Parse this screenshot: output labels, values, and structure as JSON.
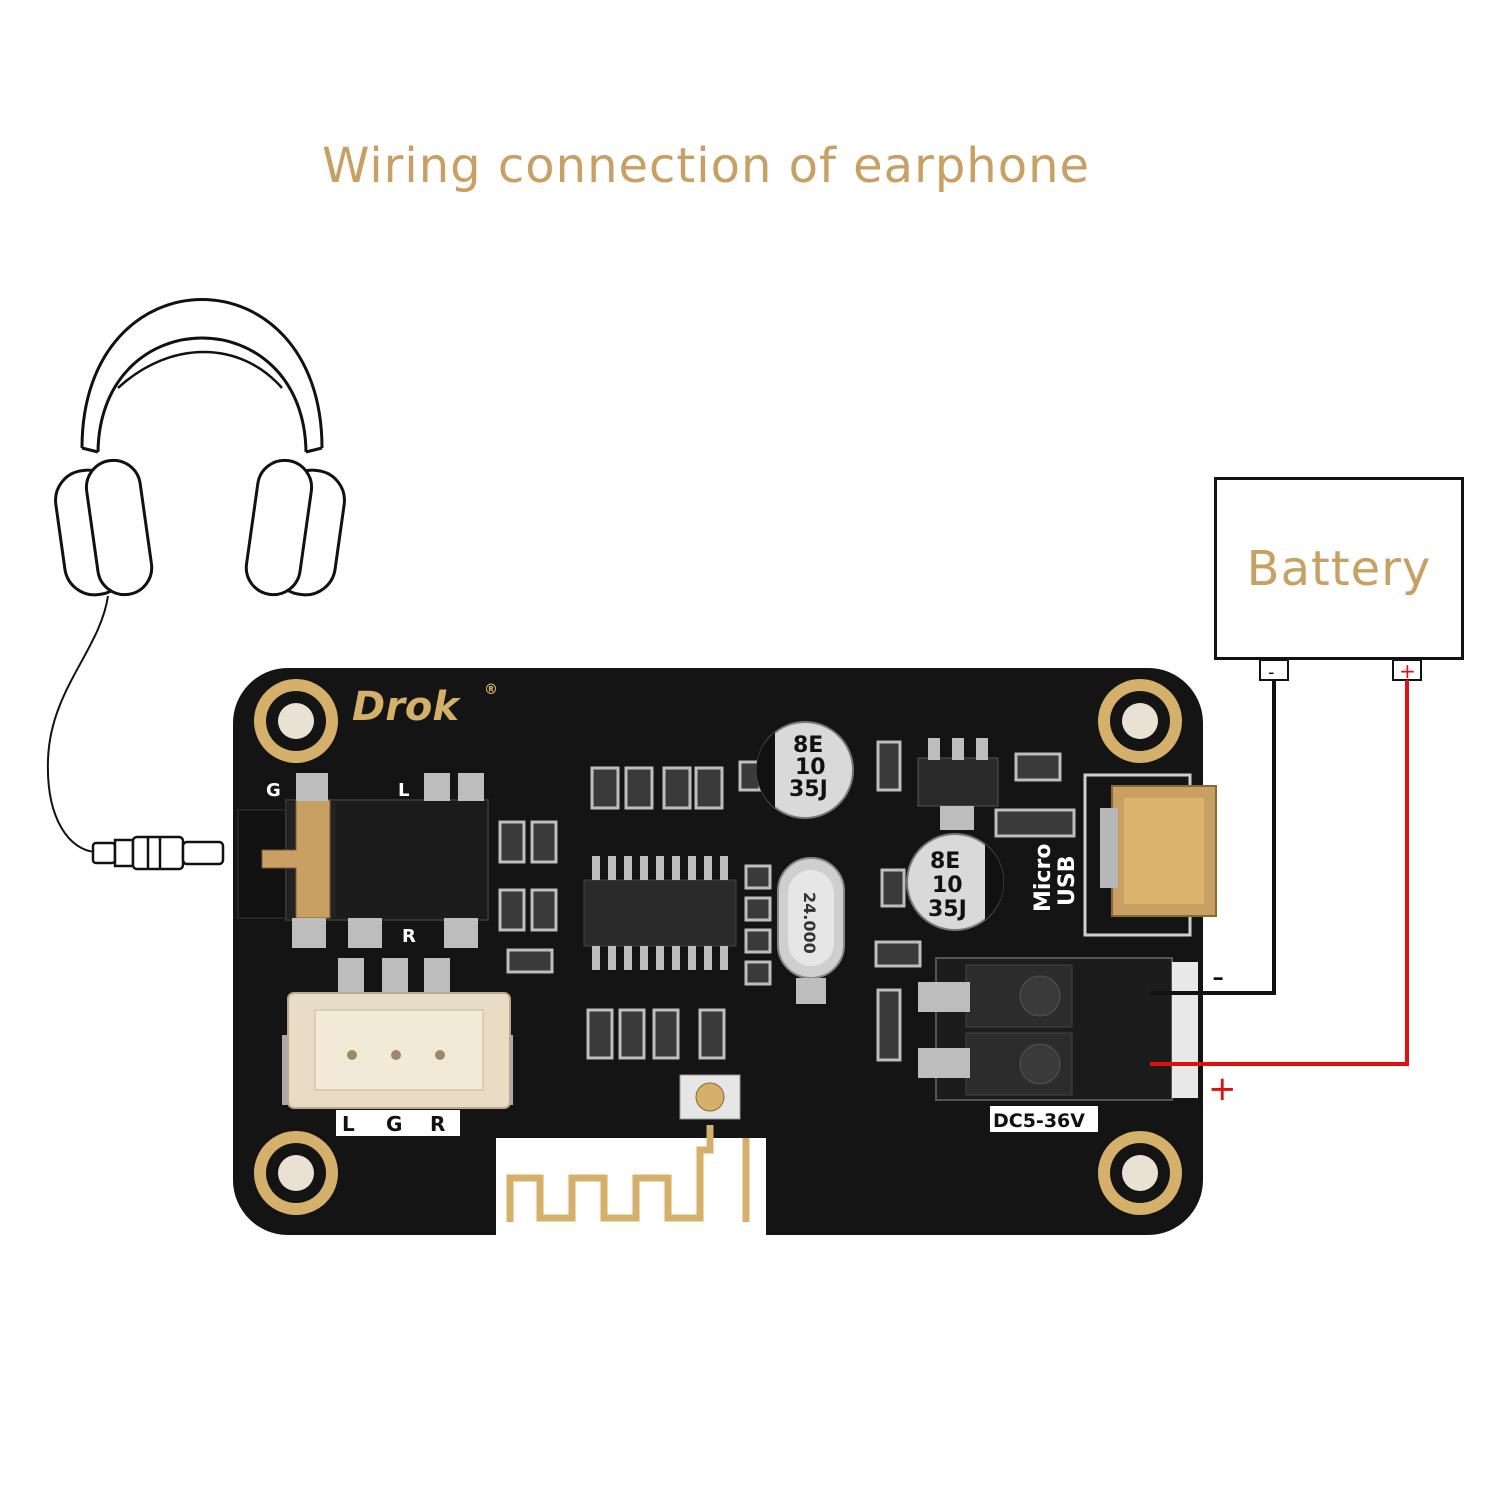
{
  "title": "Wiring connection of earphone",
  "battery": {
    "label": "Battery",
    "neg_symbol": "-",
    "pos_symbol": "+"
  },
  "board": {
    "brand": "Drok",
    "registered": "®",
    "jack_labels": {
      "g": "G",
      "l": "L",
      "r": "R"
    },
    "header_labels": {
      "l": "L",
      "g": "G",
      "r": "R"
    },
    "usb_label_line1": "Micro",
    "usb_label_line2": "USB",
    "power_label": "DC5-36V",
    "terminal_neg": "-",
    "terminal_pos": "+",
    "cap1": [
      "8E",
      "10",
      "35J"
    ],
    "cap2": [
      "8E",
      "10",
      "35J"
    ],
    "crystal": "24.000"
  },
  "colors": {
    "accent_gold": "#C9A063",
    "pcb": "#141414",
    "gold_pad": "#D4B06A",
    "wire_neg": "#111111",
    "wire_pos": "#E01010",
    "text_dark": "#111111"
  },
  "icons": [
    "headphones-icon",
    "audio-plug-icon",
    "pcb-board-icon",
    "battery-box"
  ]
}
